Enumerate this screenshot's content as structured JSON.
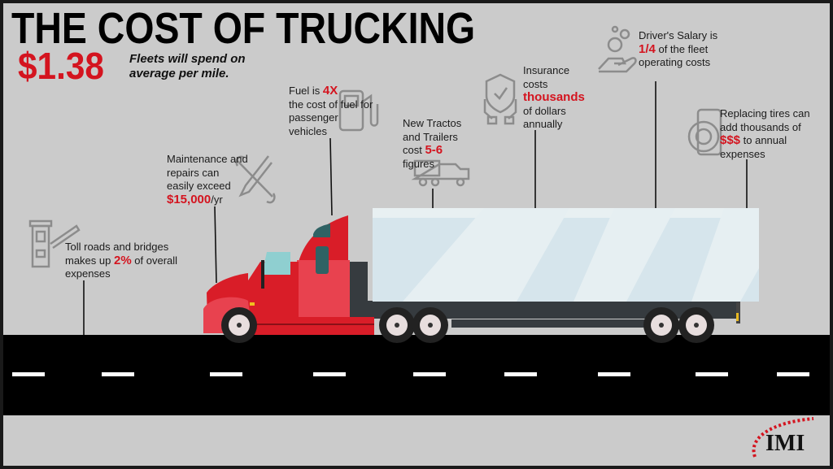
{
  "title": "THE COST OF TRUCKING",
  "headline": {
    "value": "$1.38",
    "caption": "Fleets will spend on average per mile."
  },
  "facts": {
    "fuel": {
      "pre": "Fuel is ",
      "highlight": "4X",
      "post": " the cost of fuel for passenger vehicles",
      "icon": "fuel-pump-icon"
    },
    "tractors": {
      "pre": "New Tractos and Trailers cost ",
      "highlight": "5-6",
      "post": " figures",
      "icon": "truck-icon"
    },
    "insurance": {
      "pre": "Insurance costs ",
      "highlight": "thousands",
      "post": " of dollars annually",
      "icon": "shield-hands-icon"
    },
    "salary": {
      "pre": "Driver's Salary is ",
      "highlight": "1/4",
      "post": " of the fleet operating costs",
      "icon": "coins-hand-icon"
    },
    "tires": {
      "pre": "Replacing tires can add thousands of ",
      "highlight": "$$$",
      "post": " to annual expenses",
      "icon": "tires-icon"
    },
    "maintenance": {
      "pre": "Maintenance and repairs can easily exceed ",
      "highlight": "$15,000",
      "post": "/yr",
      "icon": "wrench-screwdriver-icon"
    },
    "tolls": {
      "pre": "Toll roads and bridges makes up ",
      "highlight": "2%",
      "post": " of overall expenses",
      "icon": "toll-booth-icon"
    }
  },
  "logo": {
    "text": "IMI"
  },
  "colors": {
    "accent": "#d4141f",
    "background": "#cbcbcb",
    "road": "#000000",
    "trailer": "#dce8ee",
    "cab": "#e0202c"
  }
}
